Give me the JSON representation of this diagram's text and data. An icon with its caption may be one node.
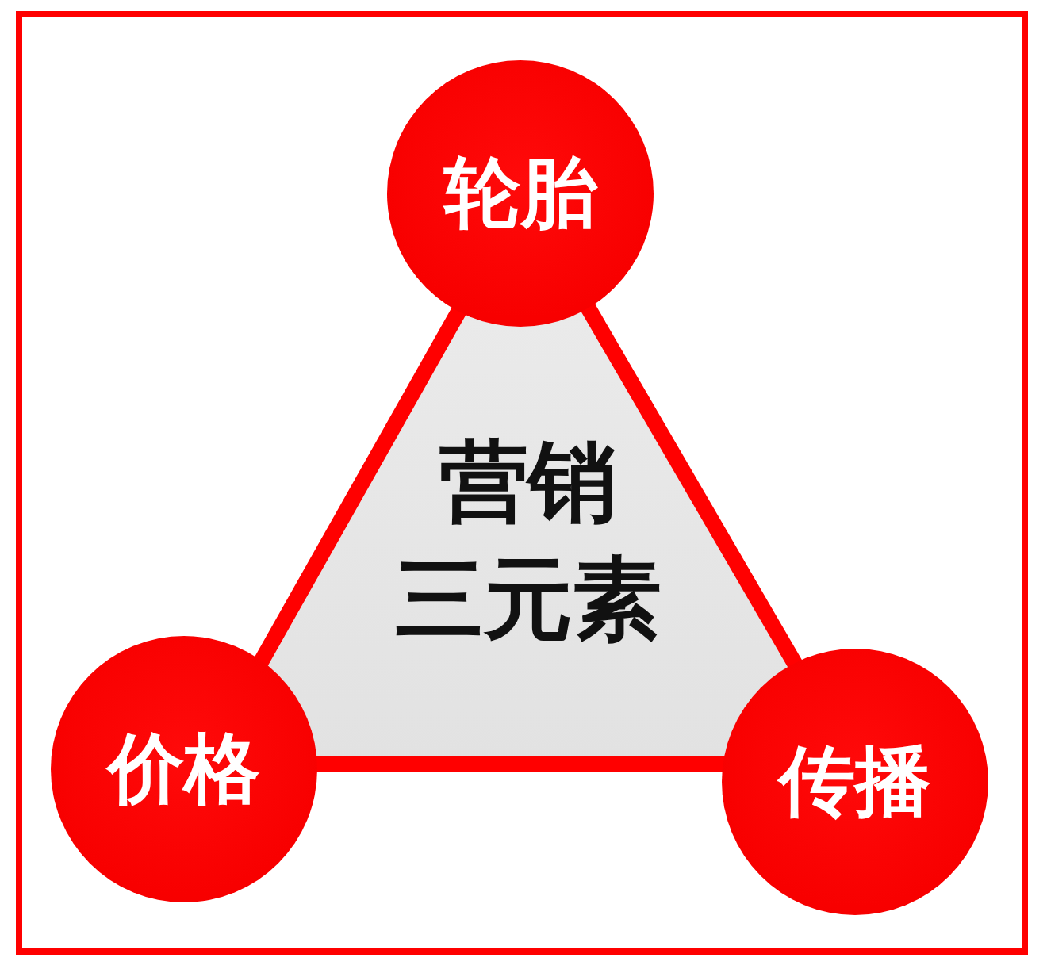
{
  "diagram": {
    "nodes": [
      {
        "text": [
          "轮胎"
        ]
      },
      {
        "text": [
          "营销三元素"
        ]
      },
      {
        "text": [
          "价格"
        ]
      },
      {
        "text": [
          "传播"
        ]
      }
    ]
  }
}
